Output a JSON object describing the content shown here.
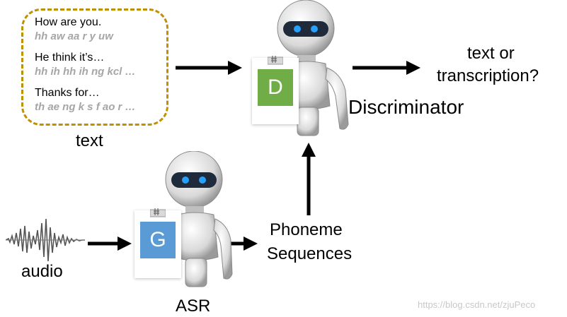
{
  "text_box": {
    "items": [
      {
        "sentence": "How are you.",
        "phonemes": "hh aw aa r y uw"
      },
      {
        "sentence": "He think it’s…",
        "phonemes": "hh ih hh ih ng kcl …"
      },
      {
        "sentence": "Thanks for…",
        "phonemes": "th ae ng k s f ao r …"
      }
    ],
    "caption": "text"
  },
  "discriminator": {
    "letter": "D",
    "name": "Discriminator",
    "color": "#70ad47"
  },
  "generator": {
    "letter": "G",
    "caption": "ASR",
    "color": "#5b9bd5"
  },
  "output_question": {
    "line1": "text or",
    "line2": "transcription?"
  },
  "audio_label": "audio",
  "phoneme_label": {
    "line1": "Phoneme",
    "line2": "Sequences"
  },
  "watermark": "https://blog.csdn.net/zjuPeco",
  "colors": {
    "border": "#bf9000",
    "phoneme_text": "#a6a6a6",
    "arrow": "#000000"
  }
}
